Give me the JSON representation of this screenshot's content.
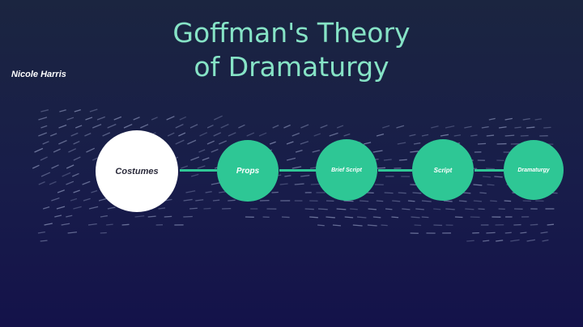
{
  "title": "Goffman's Theory of Dramaturgy",
  "author": "Nicole Harris",
  "nodes": [
    {
      "label": "Costumes",
      "active": true
    },
    {
      "label": "Props"
    },
    {
      "label": "Brief Script"
    },
    {
      "label": "Script"
    },
    {
      "label": "Dramaturgy"
    }
  ],
  "colors": {
    "accent": "#2ec795",
    "title": "#86e3c6",
    "dash": "#8a93b8"
  }
}
